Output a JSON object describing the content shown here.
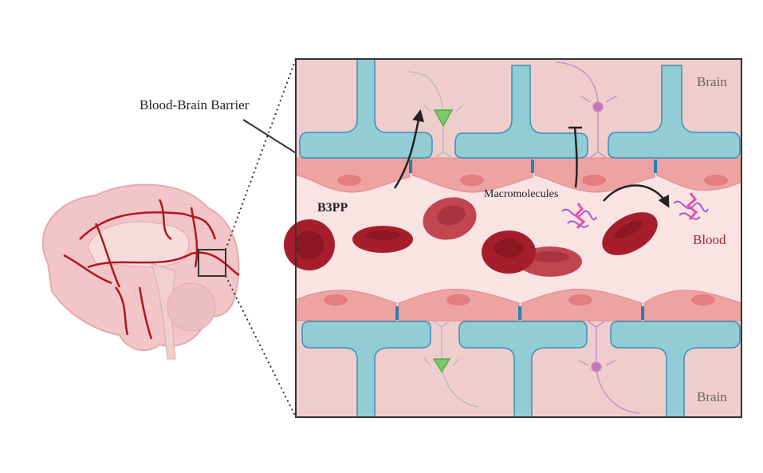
{
  "labels": {
    "bbb": "Blood-Brain Barrier",
    "brain_top": "Brain",
    "brain_bottom": "Brain",
    "blood": "Blood",
    "b3pp": "B3PP",
    "macromolecules": "Macromolecules"
  },
  "colors": {
    "brain_tissue": "#f0cdcd",
    "lumen": "#fae3e3",
    "endothelium": "#eea3a3",
    "astrocyte": "#92ccd5",
    "astrocyte_border": "#3a8fb5",
    "rbc": "#a61e2c",
    "vessel": "#b3141f"
  }
}
